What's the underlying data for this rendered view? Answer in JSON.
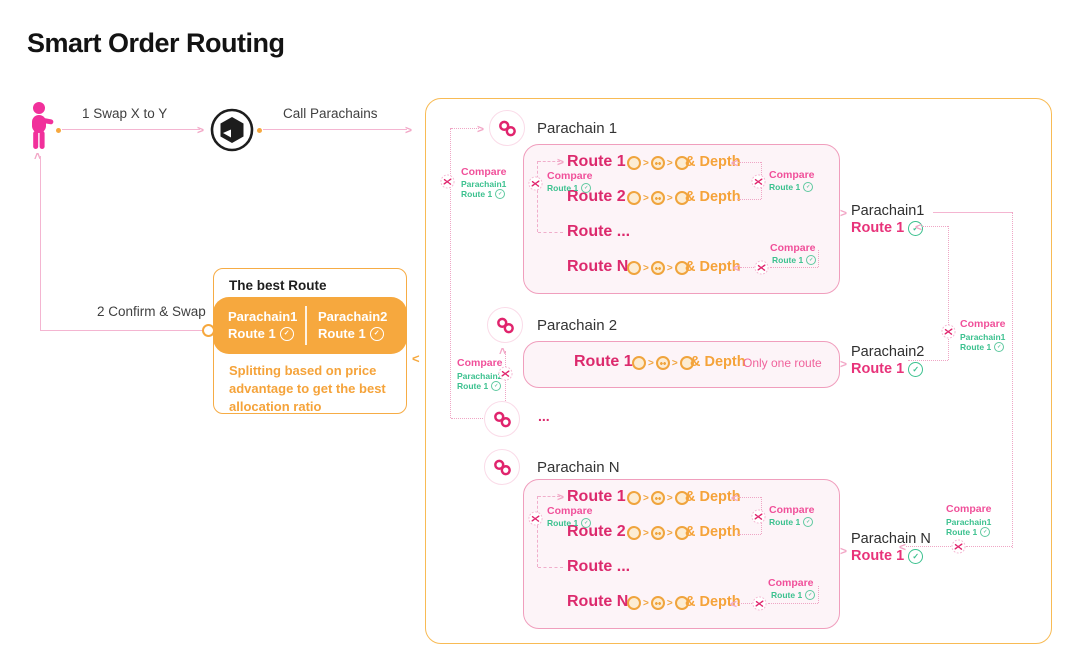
{
  "page_title": "Smart Order Routing",
  "flow": {
    "step1": "1  Swap X to Y",
    "call": "Call Parachains",
    "step2": "2  Confirm & Swap"
  },
  "best": {
    "title": "The best Route",
    "col1_name": "Parachain1",
    "col1_route": "Route 1",
    "col2_name": "Parachain2",
    "col2_route": "Route 1",
    "desc1": "Splitting based on price",
    "desc2": "advantage to get the best",
    "desc3": "allocation ratio"
  },
  "parachains": {
    "p1": "Parachain 1",
    "p2": "Parachain 2",
    "dots": "...",
    "pn": "Parachain N"
  },
  "labels": {
    "compare": "Compare",
    "route1": "Route 1",
    "route2": "Route 2",
    "route_dots": "Route ...",
    "routeN": "Route N",
    "depth": "& Depth",
    "only_one": "Only one route",
    "check": "✓"
  },
  "ann": {
    "p1": "Parachain1",
    "p2": "Parachain2"
  },
  "results": {
    "p1_name": "Parachain1",
    "p1_route": "Route 1",
    "p2_name": "Parachain2",
    "p2_route": "Route 1",
    "pn_name": "Parachain N",
    "pn_route": "Route 1"
  },
  "glyphs": {
    "gt": ">",
    "lt": "<"
  },
  "colors": {
    "pink": "#dc2a6d",
    "pink_soft": "#f0509a",
    "pink_line": "#f4b5d1",
    "green": "#3cc18f",
    "orange": "#f6a83e",
    "orange_border": "#f8bb55",
    "dark": "#1d1d1d"
  }
}
